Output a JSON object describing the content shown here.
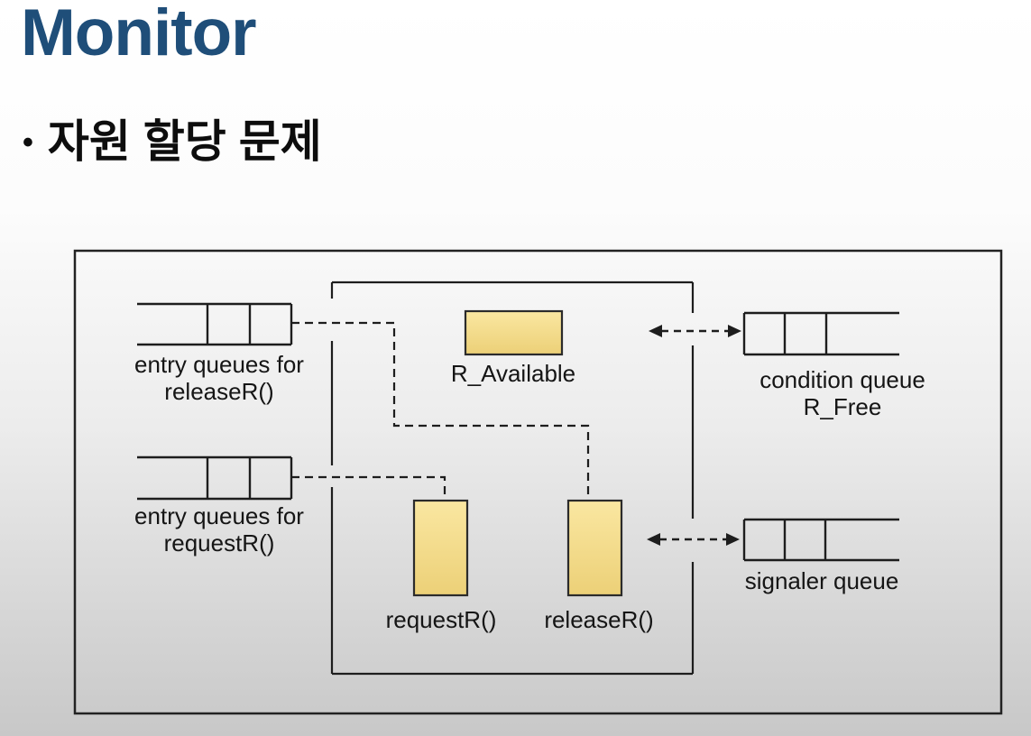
{
  "slide": {
    "title": "Monitor",
    "bullet": "자원 할당 문제"
  },
  "diagram": {
    "entry_queue_release": {
      "line1": "entry queues for",
      "line2": "releaseR()"
    },
    "entry_queue_request": {
      "line1": "entry queues for",
      "line2": "requestR()"
    },
    "r_available_label": "R_Available",
    "request_method_label": "requestR()",
    "release_method_label": "releaseR()",
    "condition_queue": {
      "line1": "condition queue",
      "line2": "R_Free"
    },
    "signaler_queue_label": "signaler queue"
  },
  "colors": {
    "title_blue": "#1F4E79",
    "method_box_fill": "#F7DE8D",
    "line_color": "#1d1d1d",
    "background_bottom": "#c8c8c8"
  }
}
